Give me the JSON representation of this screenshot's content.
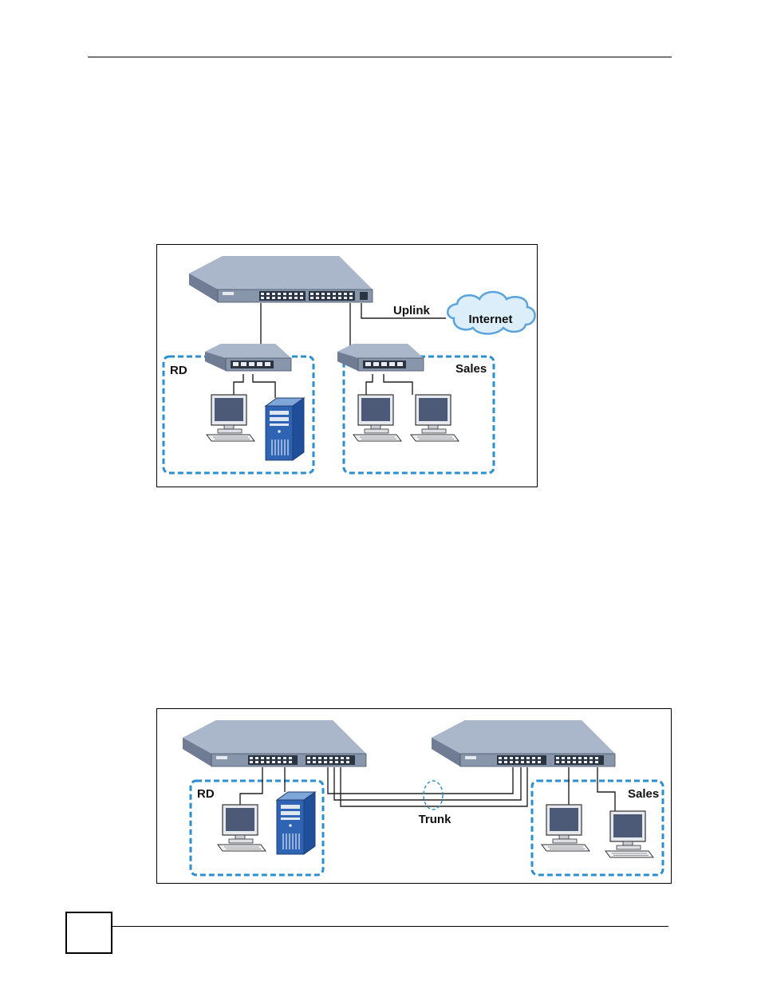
{
  "figure1": {
    "uplink_label": "Uplink",
    "internet_label": "Internet",
    "group_rd_label": "RD",
    "group_sales_label": "Sales"
  },
  "figure2": {
    "trunk_label": "Trunk",
    "group_rd_label": "RD",
    "group_sales_label": "Sales"
  },
  "colors": {
    "group_border": "#2a8fd0",
    "switch_top": "#a9b6c8",
    "switch_front": "#8a98ad",
    "server_blue": "#2f63b4",
    "cloud_blue": "#5aa3dc"
  }
}
